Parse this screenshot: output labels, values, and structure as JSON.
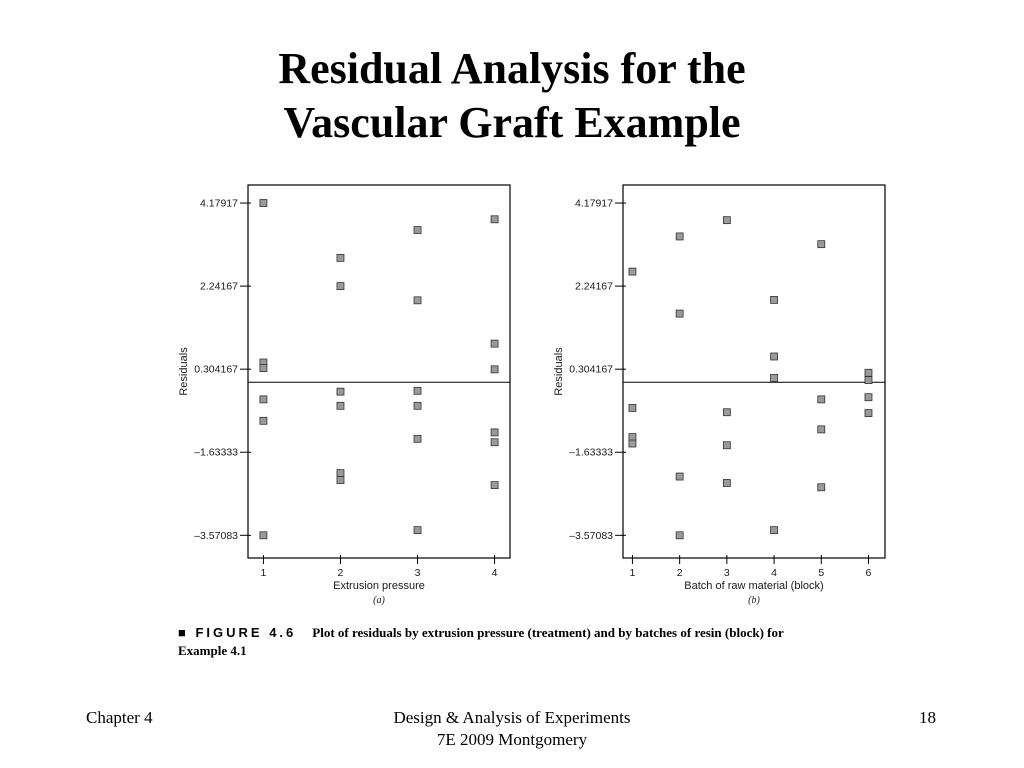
{
  "slide": {
    "title_line1": "Residual Analysis for the",
    "title_line2": "Vascular Graft Example"
  },
  "figure": {
    "tag": "■ FIGURE 4.6",
    "caption": "Plot of residuals by extrusion pressure (treatment) and by batches of resin (block) for",
    "caption_line2": "Example 4.1"
  },
  "footer": {
    "left": "Chapter 4",
    "center_line1": "Design & Analysis of Experiments",
    "center_line2": "7E 2009 Montgomery",
    "page": "18"
  },
  "colors": {
    "marker_fill": "#9a9a9a",
    "axis": "#000000"
  },
  "chart_data": [
    {
      "type": "scatter",
      "panel": "(a)",
      "xlabel": "Extrusion pressure",
      "ylabel": "Residuals",
      "x_ticks": [
        "1",
        "2",
        "3",
        "4"
      ],
      "y_ticks": [
        "4.17917",
        "2.24167",
        "0.304167",
        "–1.63333",
        "–3.57083"
      ],
      "y_tick_values": [
        4.17917,
        2.24167,
        0.304167,
        -1.63333,
        -3.57083
      ],
      "xlim": [
        0.8,
        4.2
      ],
      "ylim": [
        -4.1,
        4.6
      ],
      "zero_line": 0,
      "points": [
        {
          "x": 1,
          "y": 4.17917
        },
        {
          "x": 1,
          "y": 0.46
        },
        {
          "x": 1,
          "y": 0.33
        },
        {
          "x": 1,
          "y": -0.4
        },
        {
          "x": 1,
          "y": -0.9
        },
        {
          "x": 1,
          "y": -3.57083
        },
        {
          "x": 2,
          "y": 2.9
        },
        {
          "x": 2,
          "y": 2.24167
        },
        {
          "x": 2,
          "y": -0.22
        },
        {
          "x": 2,
          "y": -0.55
        },
        {
          "x": 2,
          "y": -2.12
        },
        {
          "x": 2,
          "y": -2.28
        },
        {
          "x": 3,
          "y": 3.55
        },
        {
          "x": 3,
          "y": 1.91
        },
        {
          "x": 3,
          "y": -0.2
        },
        {
          "x": 3,
          "y": -0.55
        },
        {
          "x": 3,
          "y": -1.32
        },
        {
          "x": 3,
          "y": -3.45
        },
        {
          "x": 4,
          "y": 3.8
        },
        {
          "x": 4,
          "y": 0.9
        },
        {
          "x": 4,
          "y": 0.3
        },
        {
          "x": 4,
          "y": -1.17
        },
        {
          "x": 4,
          "y": -1.4
        },
        {
          "x": 4,
          "y": -2.4
        }
      ]
    },
    {
      "type": "scatter",
      "panel": "(b)",
      "xlabel": "Batch of raw material (block)",
      "ylabel": "Residuals",
      "x_ticks": [
        "1",
        "2",
        "3",
        "4",
        "5",
        "6"
      ],
      "y_ticks": [
        "4.17917",
        "2.24167",
        "0.304167",
        "–1.63333",
        "–3.57083"
      ],
      "y_tick_values": [
        4.17917,
        2.24167,
        0.304167,
        -1.63333,
        -3.57083
      ],
      "xlim": [
        0.8,
        6.35
      ],
      "ylim": [
        -4.1,
        4.6
      ],
      "zero_line": 0,
      "points": [
        {
          "x": 1,
          "y": 2.58
        },
        {
          "x": 1,
          "y": -0.6
        },
        {
          "x": 1,
          "y": -1.28
        },
        {
          "x": 1,
          "y": -1.43
        },
        {
          "x": 2,
          "y": 3.4
        },
        {
          "x": 2,
          "y": 1.6
        },
        {
          "x": 2,
          "y": -2.2
        },
        {
          "x": 2,
          "y": -3.57083
        },
        {
          "x": 3,
          "y": 3.78
        },
        {
          "x": 3,
          "y": -0.7
        },
        {
          "x": 3,
          "y": -1.47
        },
        {
          "x": 3,
          "y": -2.35
        },
        {
          "x": 4,
          "y": 1.92
        },
        {
          "x": 4,
          "y": 0.6
        },
        {
          "x": 4,
          "y": 0.1
        },
        {
          "x": 4,
          "y": -3.45
        },
        {
          "x": 5,
          "y": 3.22
        },
        {
          "x": 5,
          "y": -0.4
        },
        {
          "x": 5,
          "y": -1.1
        },
        {
          "x": 5,
          "y": -2.45
        },
        {
          "x": 6,
          "y": 0.22
        },
        {
          "x": 6,
          "y": 0.05
        },
        {
          "x": 6,
          "y": -0.35
        },
        {
          "x": 6,
          "y": -0.72
        }
      ]
    }
  ]
}
